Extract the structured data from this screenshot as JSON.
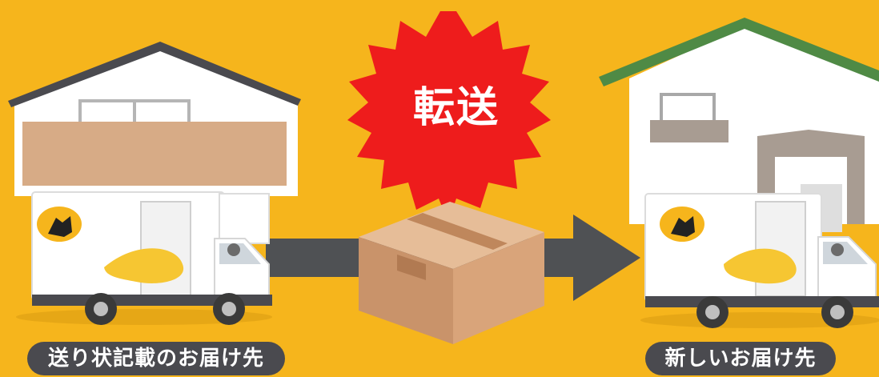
{
  "colors": {
    "background": "#f6b51c",
    "burst": "#ee1c1c",
    "label_bg": "#4a4a4f",
    "arrow": "#4f5154",
    "box": "#d9ab85",
    "roof_left": "#4a4a4f",
    "roof_right": "#4f8a45"
  },
  "burst": {
    "text": "転送",
    "icon": "starburst-red"
  },
  "origin": {
    "label": "送り状記載のお届け先",
    "house_icon": "house-icon",
    "truck_icon": "delivery-truck-icon"
  },
  "destination": {
    "label": "新しいお届け先",
    "house_icon": "house-icon",
    "truck_icon": "delivery-truck-icon"
  },
  "package_icon": "cardboard-box-icon",
  "arrow_icon": "arrow-right-icon"
}
